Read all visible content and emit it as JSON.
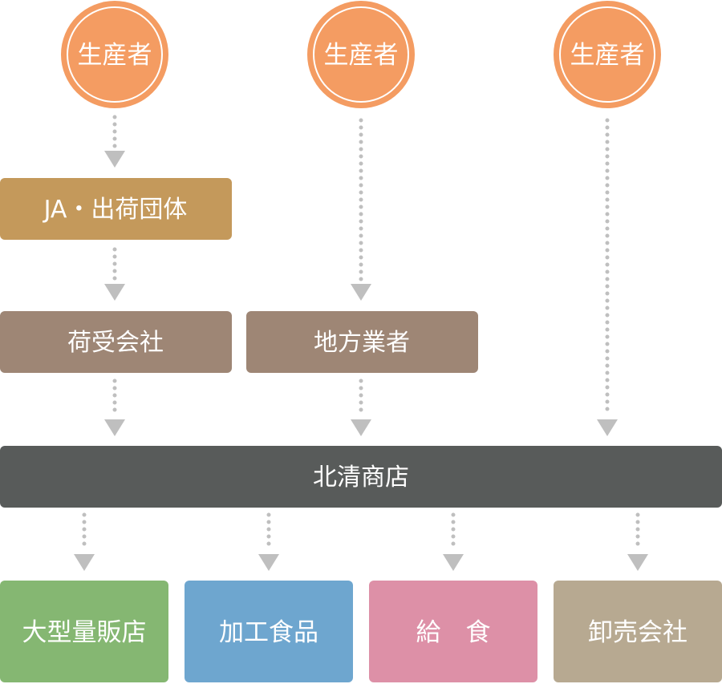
{
  "producers": [
    {
      "label": "生産者"
    },
    {
      "label": "生産者"
    },
    {
      "label": "生産者"
    }
  ],
  "intermediaries": {
    "ja": {
      "label": "JA・出荷団体"
    },
    "receiver": {
      "label": "荷受会社"
    },
    "local": {
      "label": "地方業者"
    }
  },
  "hub": {
    "label": "北清商店"
  },
  "destinations": [
    {
      "label": "大型量販店",
      "color": "#85b772"
    },
    {
      "label": "加工食品",
      "color": "#6ea6cf"
    },
    {
      "label": "給　食",
      "color": "#dd90a7"
    },
    {
      "label": "卸売会社",
      "color": "#b7a991"
    }
  ],
  "colors": {
    "producer": "#f49c62",
    "ja": "#c4995b",
    "intermediary": "#9e8675",
    "hub": "#585b5a",
    "arrow": "#bfbfbf"
  }
}
